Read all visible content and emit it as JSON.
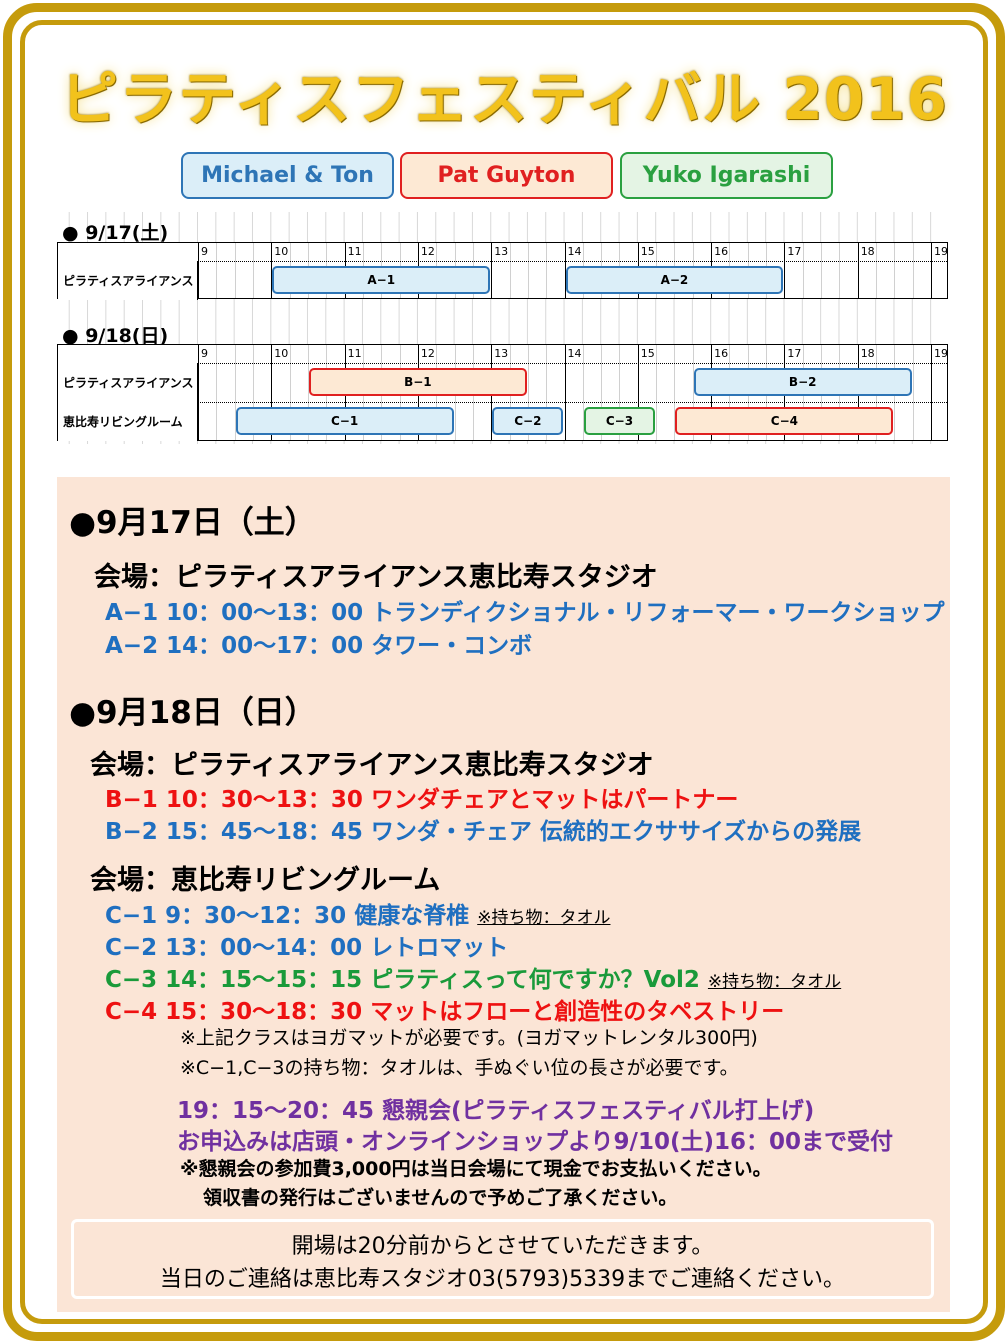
{
  "title": "ピラティスフェスティバル 2016",
  "legend": [
    {
      "label": "Michael & Ton",
      "color": "#2e75b6",
      "fill": "#dbeef8"
    },
    {
      "label": "Pat Guyton",
      "color": "#e02020",
      "fill": "#fde9d4"
    },
    {
      "label": "Yuko Igarashi",
      "color": "#2aa040",
      "fill": "#e4f4e4"
    }
  ],
  "hours": [
    "9",
    "10",
    "11",
    "12",
    "13",
    "14",
    "15",
    "16",
    "17",
    "18",
    "19"
  ],
  "schedule": [
    {
      "day": "● 9/17(土)",
      "rows": [
        {
          "venue": "ピラティスアライアンス",
          "bars": [
            {
              "id": "A−1",
              "start": 10,
              "end": 13,
              "who": 0
            },
            {
              "id": "A−2",
              "start": 14,
              "end": 17,
              "who": 0
            }
          ]
        }
      ]
    },
    {
      "day": "● 9/18(日)",
      "rows": [
        {
          "venue": "ピラティスアライアンス",
          "bars": [
            {
              "id": "B−1",
              "start": 10.5,
              "end": 13.5,
              "who": 1
            },
            {
              "id": "B−2",
              "start": 15.75,
              "end": 18.75,
              "who": 0
            }
          ]
        },
        {
          "venue": "恵比寿リビングルーム",
          "bars": [
            {
              "id": "C−1",
              "start": 9.5,
              "end": 12.5,
              "who": 0
            },
            {
              "id": "C−2",
              "start": 13,
              "end": 14,
              "who": 0
            },
            {
              "id": "C−3",
              "start": 14.25,
              "end": 15.25,
              "who": 2
            },
            {
              "id": "C−4",
              "start": 15.5,
              "end": 18.5,
              "who": 1
            }
          ]
        }
      ]
    }
  ],
  "details": {
    "day1": "●9月17日（土）",
    "venue1": "会場：ピラティスアライアンス恵比寿スタジオ",
    "a1": "A−1  10：00～13：00  トランディクショナル・リフォーマー・ワークショップ",
    "a2": "A−2  14：00～17：00  タワー・コンボ",
    "day2": "●9月18日（日）",
    "venue2": "会場：ピラティスアライアンス恵比寿スタジオ",
    "b1": "B−1  10：30～13：30  ワンダチェアとマットはパートナー",
    "b2": "B−2  15：45～18：45  ワンダ・チェア  伝統的エクササイズからの発展",
    "venue3": "会場：恵比寿リビングルーム",
    "c1": "C−1    9：30～12：30  健康な脊椎",
    "c1_note": "※持ち物：タオル",
    "c2": "C−2  13：00～14：00  レトロマット",
    "c3": "C−3  14：15～15：15  ピラティスって何ですか？Vol2",
    "c3_note": "※持ち物：タオル",
    "c4": "C−4  15：30～18：30  マットはフローと創造性のタペストリー",
    "note1": "※上記クラスはヨガマットが必要です。(ヨガマットレンタル300円)",
    "note2": "※C−1,C−3の持ち物：タオルは、手ぬぐい位の長さが必要です。",
    "party": "19：15～20：45  懇親会(ピラティスフェスティバル打上げ)",
    "apply": "お申込みは店頭・オンラインショップより9/10(土)16：00まで受付",
    "fee": "※懇親会の参加費3,000円は当日会場にて現金でお支払いください。",
    "receipt": "領収書の発行はございませんので予めご了承ください。"
  },
  "footer": {
    "line1": "開場は20分前からとさせていただきます。",
    "line2": "当日のご連絡は恵比寿スタジオ03(5793)5339までご連絡ください。"
  }
}
